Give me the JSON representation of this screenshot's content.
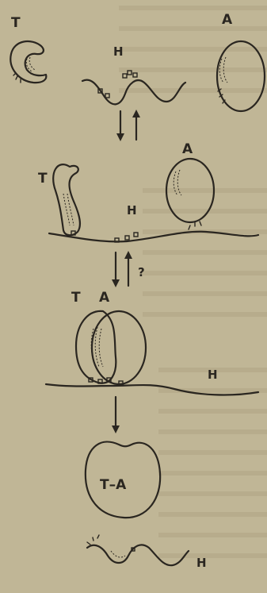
{
  "background_color": "#c3b99a",
  "ink_color": "#2a2620",
  "stage1": {
    "label_t": "T",
    "label_h": "H",
    "label_a": "A"
  },
  "stage2": {
    "label_a": "A",
    "label_t": "T",
    "label_h": "H",
    "arrow_question": "?"
  },
  "stage3": {
    "label_t": "T",
    "label_a": "A",
    "label_h": "H"
  },
  "stage4": {
    "complex_label": "T–A"
  },
  "stage5": {
    "label_h": "H"
  }
}
